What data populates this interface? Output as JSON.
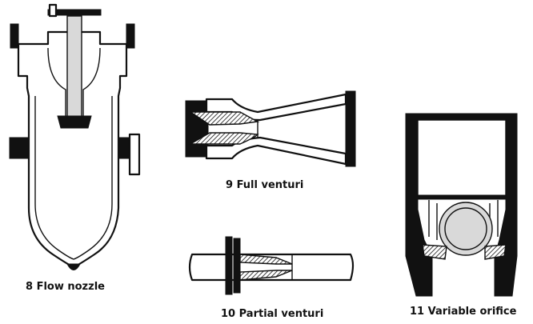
{
  "figures": [
    {
      "id": "fig8",
      "caption": "8 Flow nozzle"
    },
    {
      "id": "fig9",
      "caption": "9 Full venturi"
    },
    {
      "id": "fig10",
      "caption": "10 Partial venturi"
    },
    {
      "id": "fig11",
      "caption": "11 Variable orifice"
    }
  ]
}
